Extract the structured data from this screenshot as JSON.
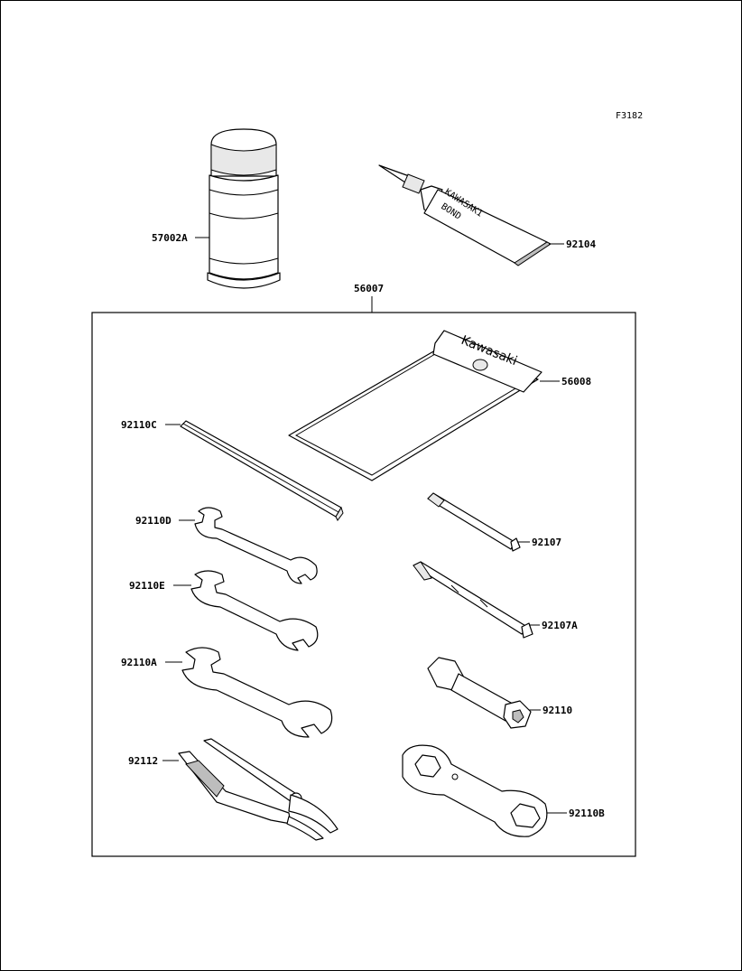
{
  "figure_code": "F3182",
  "labels": {
    "spray_can": "57002A",
    "bond_tube": "92104",
    "kit": "56007",
    "bag": "56008",
    "bar": "92110C",
    "wrench_d": "92110D",
    "wrench_e": "92110E",
    "wrench_a": "92110A",
    "pliers": "92112",
    "screwdriver": "92107",
    "screwdriver_a": "92107A",
    "socket": "92110",
    "box_wrench": "92110B"
  },
  "tube_text": {
    "brand": "KAWASAKI",
    "product": "BOND"
  },
  "bag_text": "Kawasaki"
}
